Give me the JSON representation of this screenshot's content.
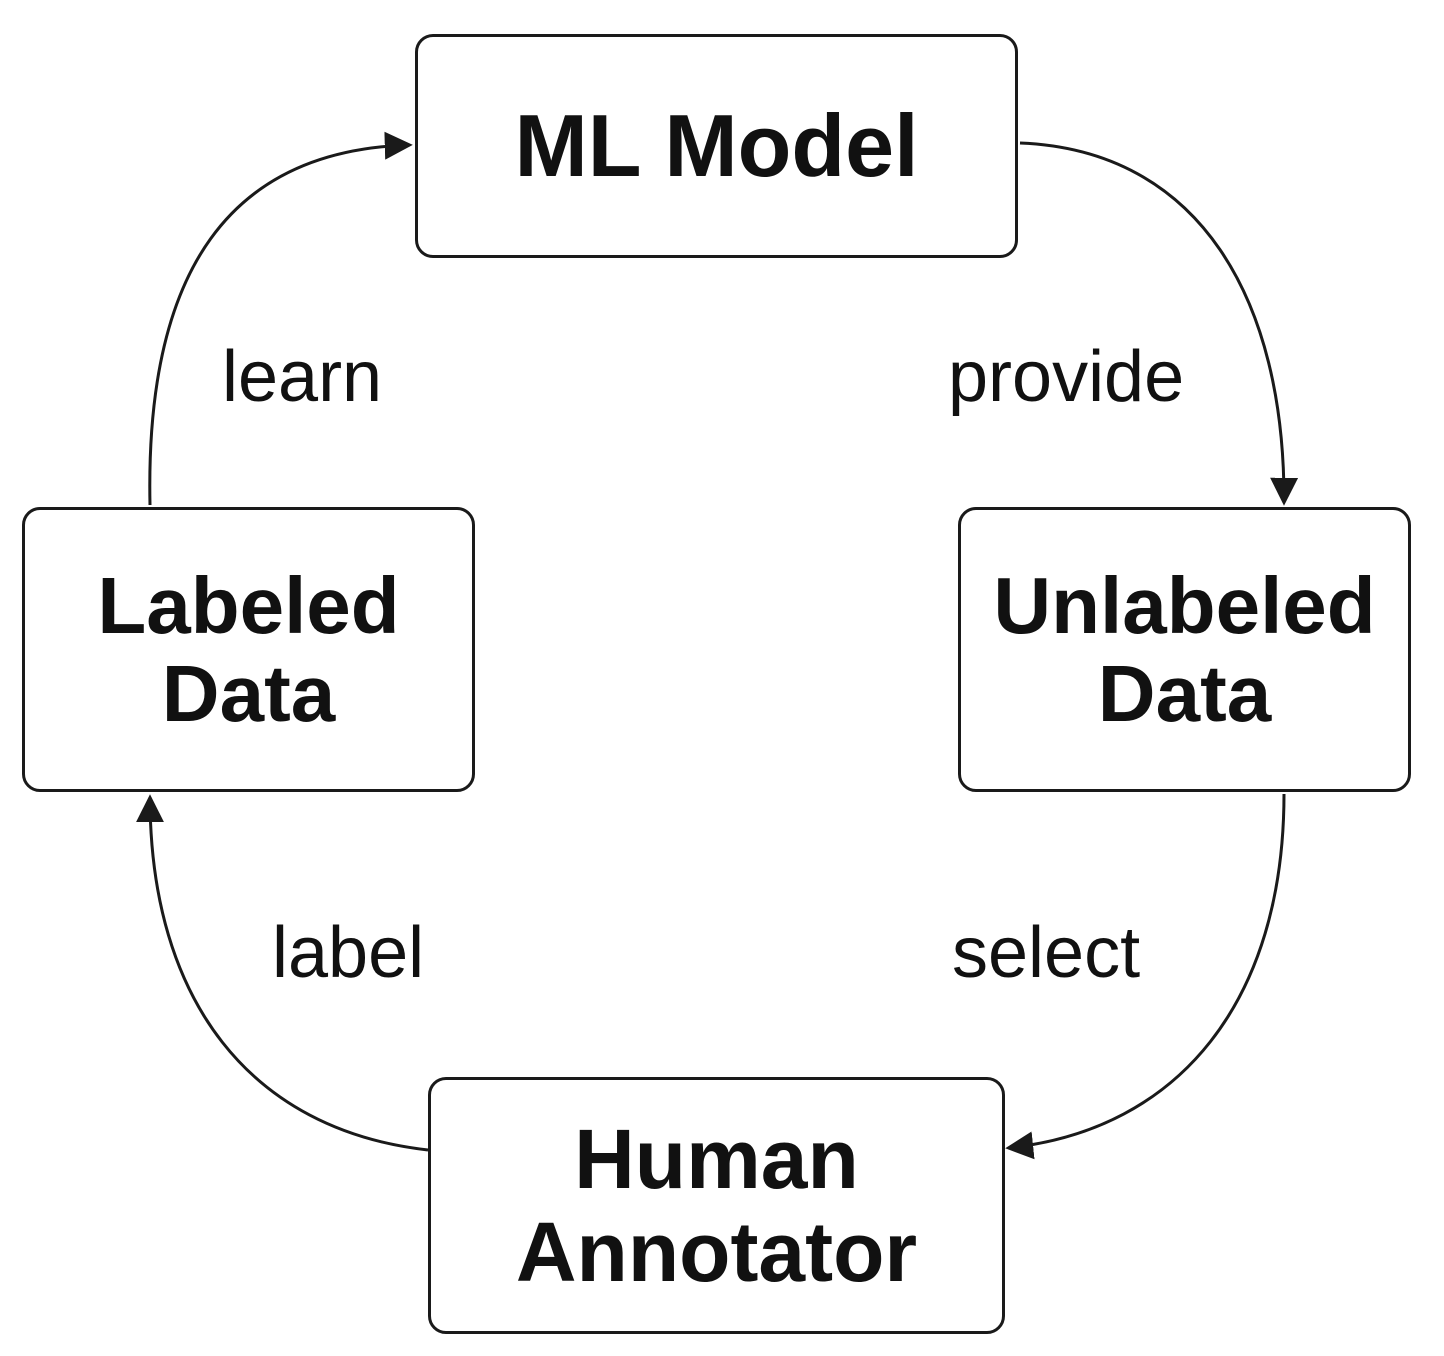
{
  "nodes": {
    "ml_model": {
      "lines": [
        "ML Model"
      ]
    },
    "labeled_data": {
      "lines": [
        "Labeled",
        "Data"
      ]
    },
    "unlabeled_data": {
      "lines": [
        "Unlabeled",
        "Data"
      ]
    },
    "human_annotator": {
      "lines": [
        "Human",
        "Annotator"
      ]
    }
  },
  "edges": {
    "learn": {
      "label": "learn",
      "from": "Labeled Data",
      "to": "ML Model"
    },
    "provide": {
      "label": "provide",
      "from": "ML Model",
      "to": "Unlabeled Data"
    },
    "select": {
      "label": "select",
      "from": "Unlabeled Data",
      "to": "Human Annotator"
    },
    "label": {
      "label": "label",
      "from": "Human Annotator",
      "to": "Labeled Data"
    }
  },
  "colors": {
    "stroke": "#1a1a1a",
    "text": "#111111",
    "background": "#ffffff"
  }
}
